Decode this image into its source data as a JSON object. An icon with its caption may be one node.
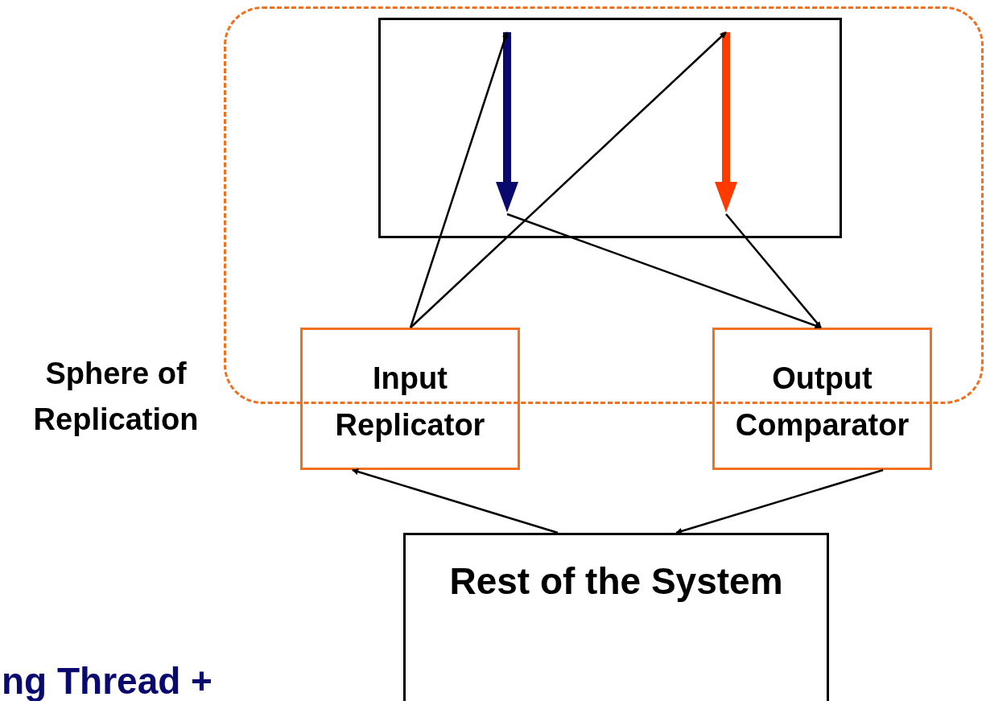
{
  "diagram": {
    "nodes": [
      {
        "text": [
          "Sphere of Replication"
        ]
      },
      {
        "text": [],
        "shape": "box",
        "in": 0
      },
      {
        "text": [],
        "shape": "arrow",
        "in": 1
      },
      {
        "text": [],
        "shape": "arrow",
        "in": 1
      },
      {
        "text": [
          "Input Replicator"
        ]
      },
      {
        "text": [
          "Output Comparator"
        ]
      },
      {
        "text": [
          "Rest of the System"
        ]
      }
    ],
    "edges": [
      {
        "from": 4,
        "to": 2,
        "arrow": "to"
      },
      {
        "from": 4,
        "to": 3,
        "arrow": "to"
      },
      {
        "from": 2,
        "to": 5,
        "arrow": "to"
      },
      {
        "from": 3,
        "to": 5,
        "arrow": "to"
      },
      {
        "from": 6,
        "to": 4,
        "arrow": "to"
      },
      {
        "from": 5,
        "to": 6,
        "arrow": "to"
      }
    ],
    "labels": [
      "ng Thread +"
    ]
  }
}
